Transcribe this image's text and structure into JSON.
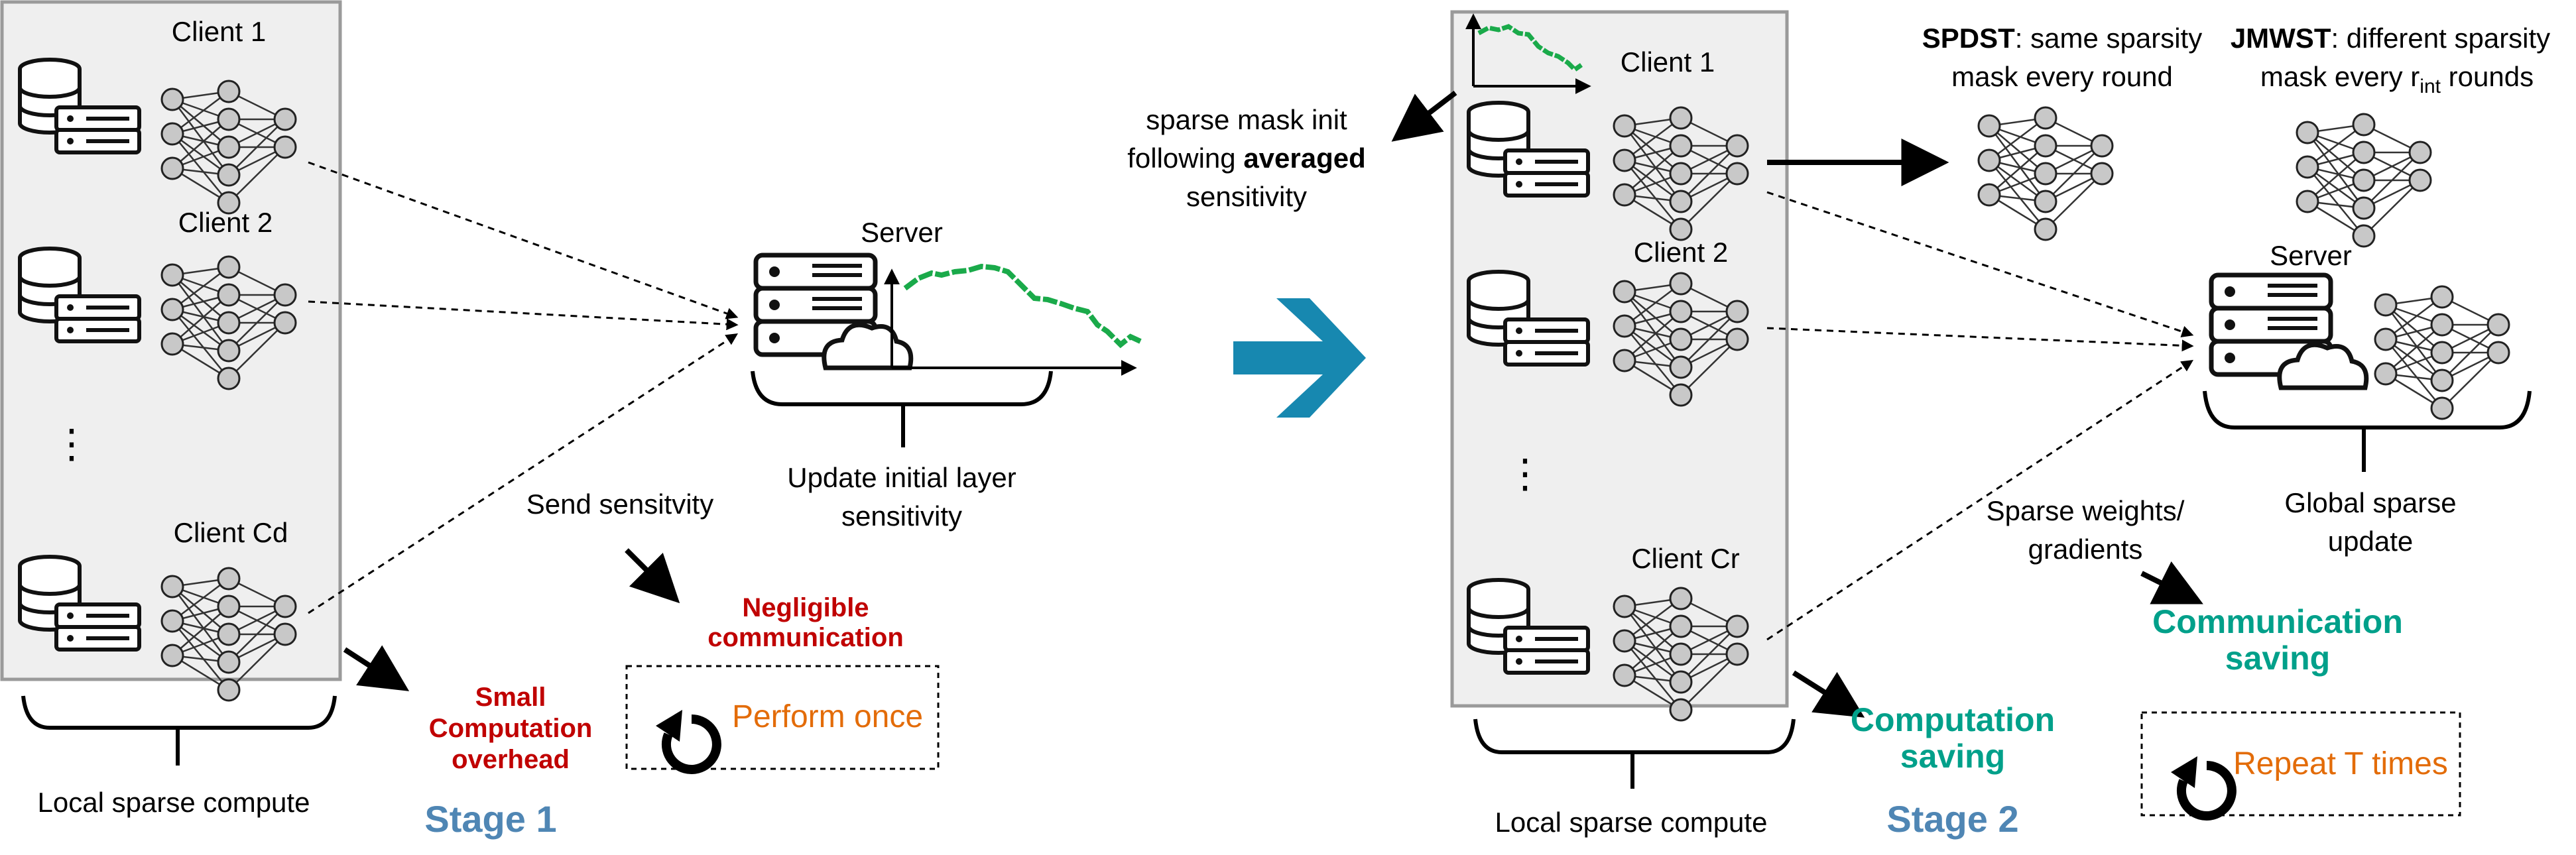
{
  "stage1": {
    "clients": [
      "Client 1",
      "Client 2",
      "Client Cd"
    ],
    "ellipsis": "⋮",
    "local_label": "Local sparse compute",
    "server_label": "Server",
    "update_label_line1": "Update initial layer",
    "update_label_line2": "sensitivity",
    "send_label": "Send sensitvity",
    "small_line1": "Small",
    "small_line2": "Computation",
    "small_line3": "overhead",
    "negligible_line1": "Negligible",
    "negligible_line2": "communication",
    "perform_label": "Perform once",
    "stage_label": "Stage 1"
  },
  "stage2": {
    "clients": [
      "Client 1",
      "Client 2",
      "Client Cr"
    ],
    "ellipsis": "⋮",
    "mask_init_line1": "sparse mask init",
    "mask_init_line2_prefix": "following ",
    "mask_init_line2_bold": "averaged",
    "mask_init_line3": "sensitivity",
    "spdst_bold": "SPDST",
    "spdst_rest": ": same sparsity",
    "spdst_line2": "mask every round",
    "jmwst_bold": "JMWST",
    "jmwst_rest": ": different sparsity",
    "jmwst_line2_prefix": "mask every r",
    "jmwst_line2_sub": "int",
    "jmwst_line2_suffix": " rounds",
    "server_label": "Server",
    "sparse_line1": "Sparse weights/",
    "sparse_line2": "gradients",
    "comm_line1": "Communication",
    "comm_line2": "saving",
    "global_line1": "Global sparse",
    "global_line2": "update",
    "comp_line1": "Computation",
    "comp_line2": "saving",
    "repeat_label": "Repeat T times",
    "local_label": "Local sparse compute",
    "stage_label": "Stage 2"
  },
  "colors": {
    "red": "#c00000",
    "teal": "#00a08a",
    "orange": "#e36c09",
    "stage_blue": "#4f86b4",
    "arrow_blue": "#1788b0",
    "curve_green": "#1aaa4a",
    "panel_fill": "#efefef",
    "panel_stroke": "#9a9a9a",
    "node_fill": "#c8c8c8"
  }
}
